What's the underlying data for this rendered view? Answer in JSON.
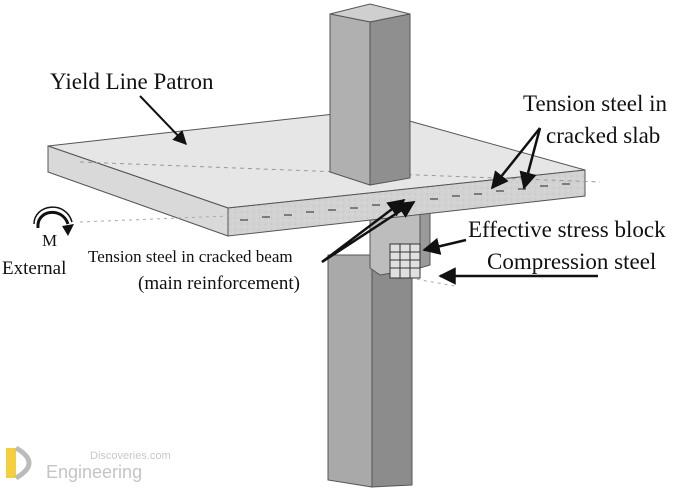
{
  "labels": {
    "yield_line": "Yield Line Patron",
    "tension_slab_line1": "Tension steel in",
    "tension_slab_line2": "cracked slab",
    "effective_stress": "Effective stress block",
    "compression_steel": "Compression steel",
    "tension_beam_line1": "Tension steel in  cracked beam",
    "tension_beam_line2": "(main reinforcement)",
    "moment_symbol": "M",
    "external": "External"
  },
  "watermark": {
    "line1": "Discoveries.com",
    "line2": "Engineering"
  },
  "icons": {
    "moment": "curved-moment-arrow-icon",
    "logo": "engineering-discoveries-logo-icon"
  },
  "colors": {
    "slab_top": "#e6e6e6",
    "slab_front": "#c9c9c9",
    "column_front": "#b0b0b0",
    "column_side": "#8f8f8f",
    "column_top": "#cfcfcf",
    "ink": "#111111",
    "watermark": "#c8c8c8"
  }
}
